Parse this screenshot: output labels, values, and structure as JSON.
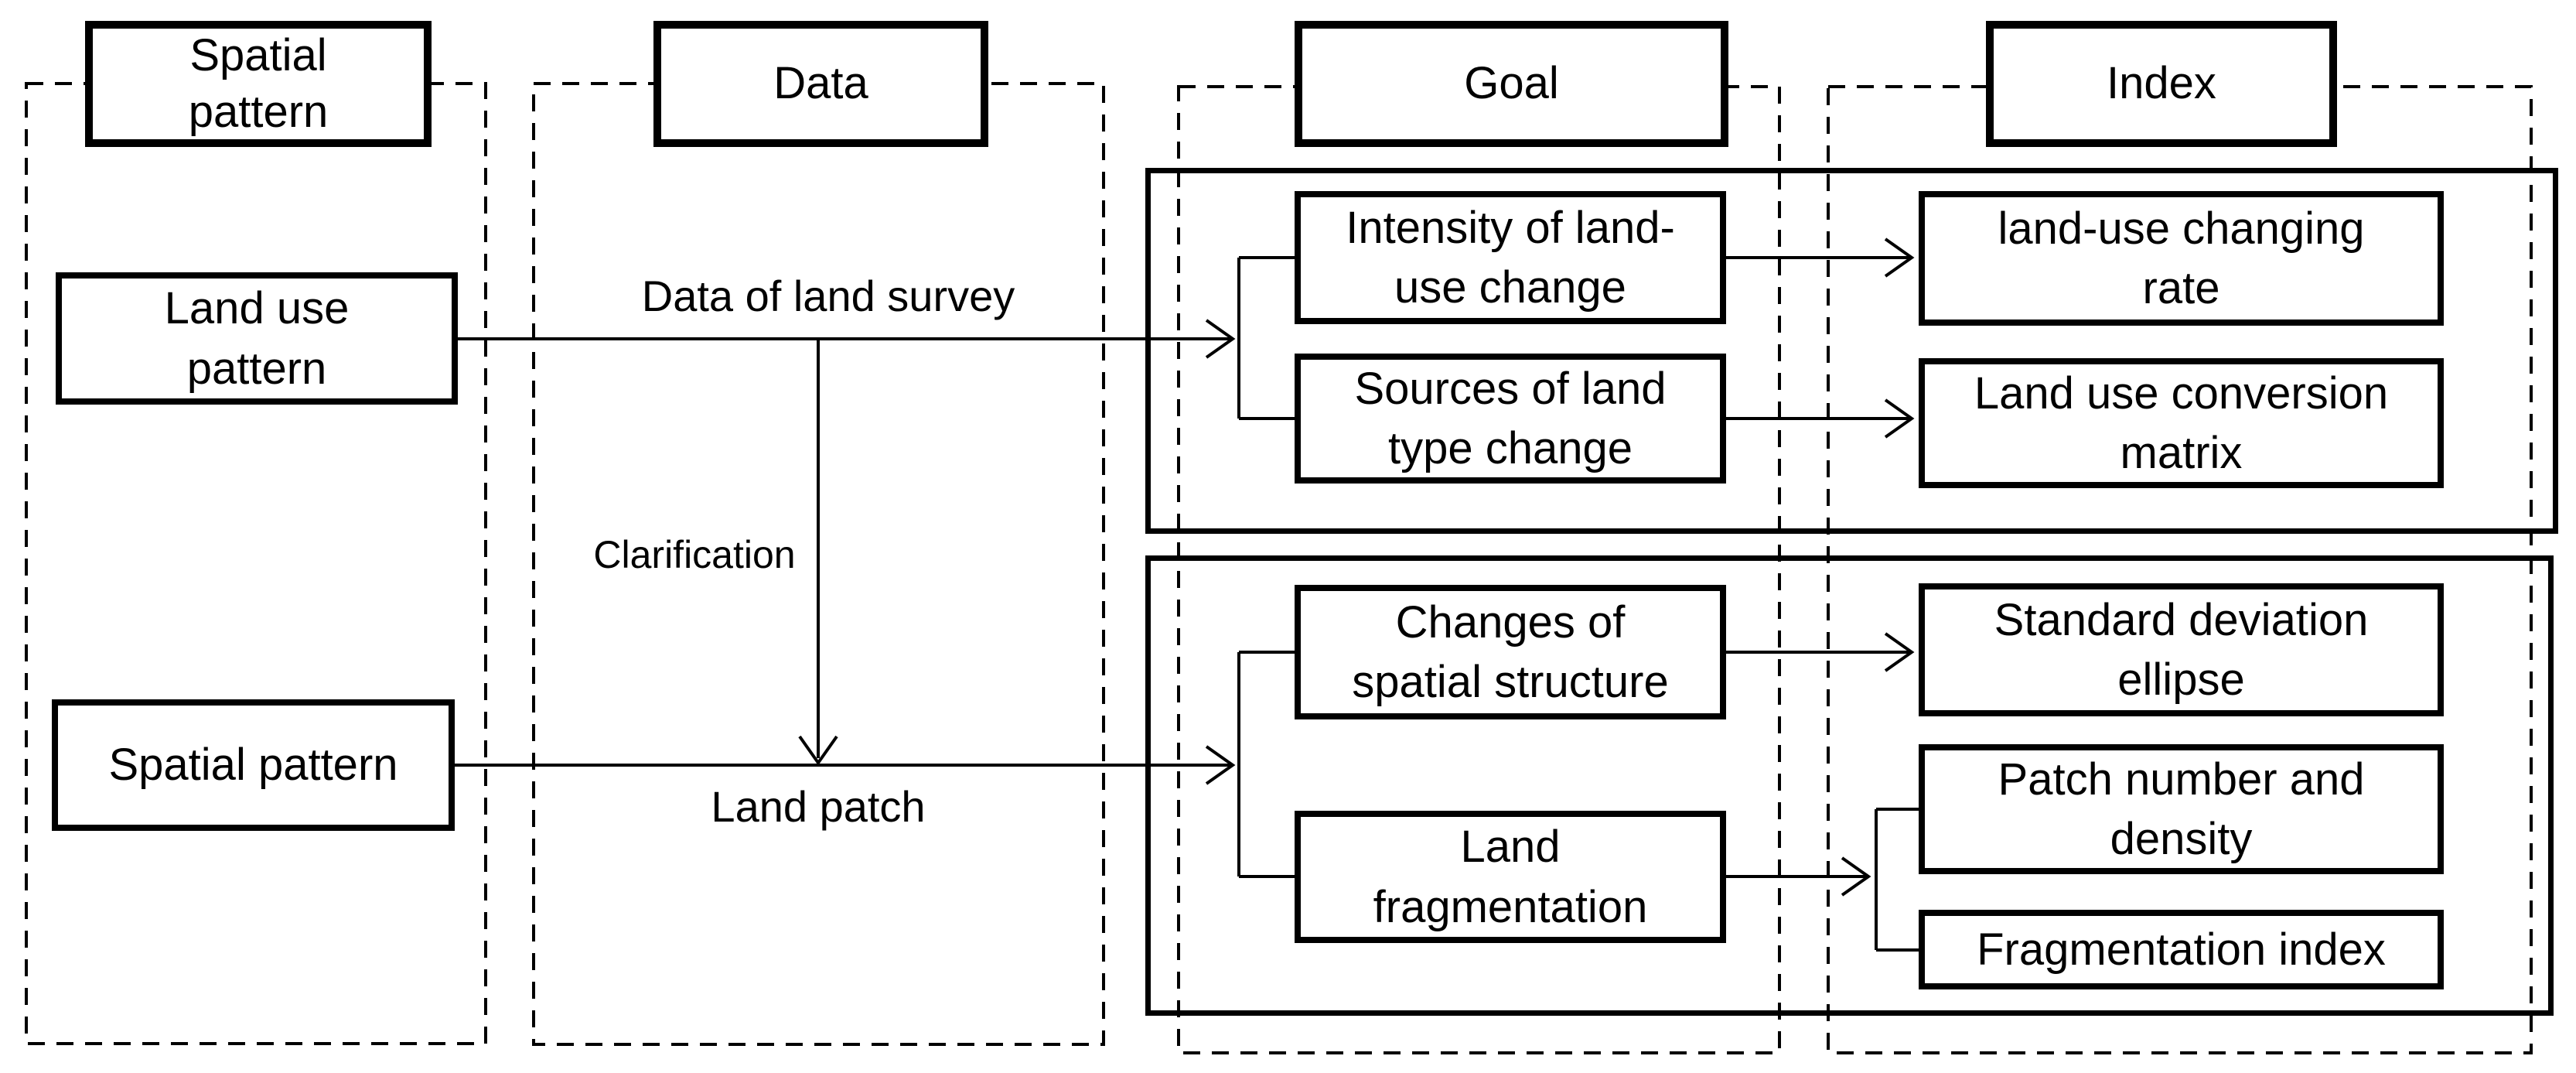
{
  "diagram": {
    "title_hint": "Land-use spatial pattern analysis flowchart",
    "colors": {
      "line": "#000000",
      "background": "#ffffff",
      "box_fill": "#ffffff"
    },
    "headers": {
      "spatial_pattern": "Spatial\npattern",
      "data": "Data",
      "goal": "Goal",
      "index": "Index"
    },
    "nodes": {
      "land_use_pattern": "Land use\npattern",
      "spatial_pattern": "Spatial pattern",
      "intensity": "Intensity of land-\nuse change",
      "sources": "Sources of land\ntype change",
      "changes": "Changes of\nspatial structure",
      "fragmentation": "Land\nfragmentation",
      "rate": "land-use changing\nrate",
      "matrix": "Land use conversion\nmatrix",
      "ellipse": "Standard deviation\nellipse",
      "patch": "Patch number and\ndensity",
      "frag_index": "Fragmentation index"
    },
    "edge_labels": {
      "survey": "Data of land survey",
      "clarification": "Clarification",
      "land_patch": "Land patch"
    }
  }
}
